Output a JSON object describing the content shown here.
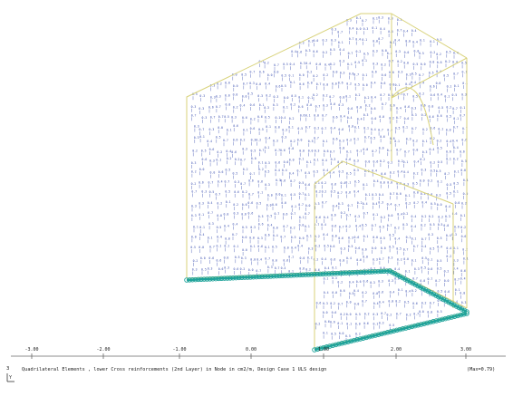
{
  "caption": {
    "text": "Quadrilateral Elements , lower Cross reinforcements (2nd Layer) in Node in cm2/m, Design Case 1 ULS design",
    "max": "(Max=0.79)",
    "load_case": "3"
  },
  "triad": {
    "label": "Y"
  },
  "ruler": {
    "ticks": [
      "-3.00",
      "-2.00",
      "-1.00",
      "0.00",
      "1.00",
      "2.00",
      "3.00"
    ]
  },
  "colors": {
    "edge": "#d8d27a",
    "label": "#3a4fb0",
    "support": "#1fa39a",
    "ruler": "#666666"
  }
}
